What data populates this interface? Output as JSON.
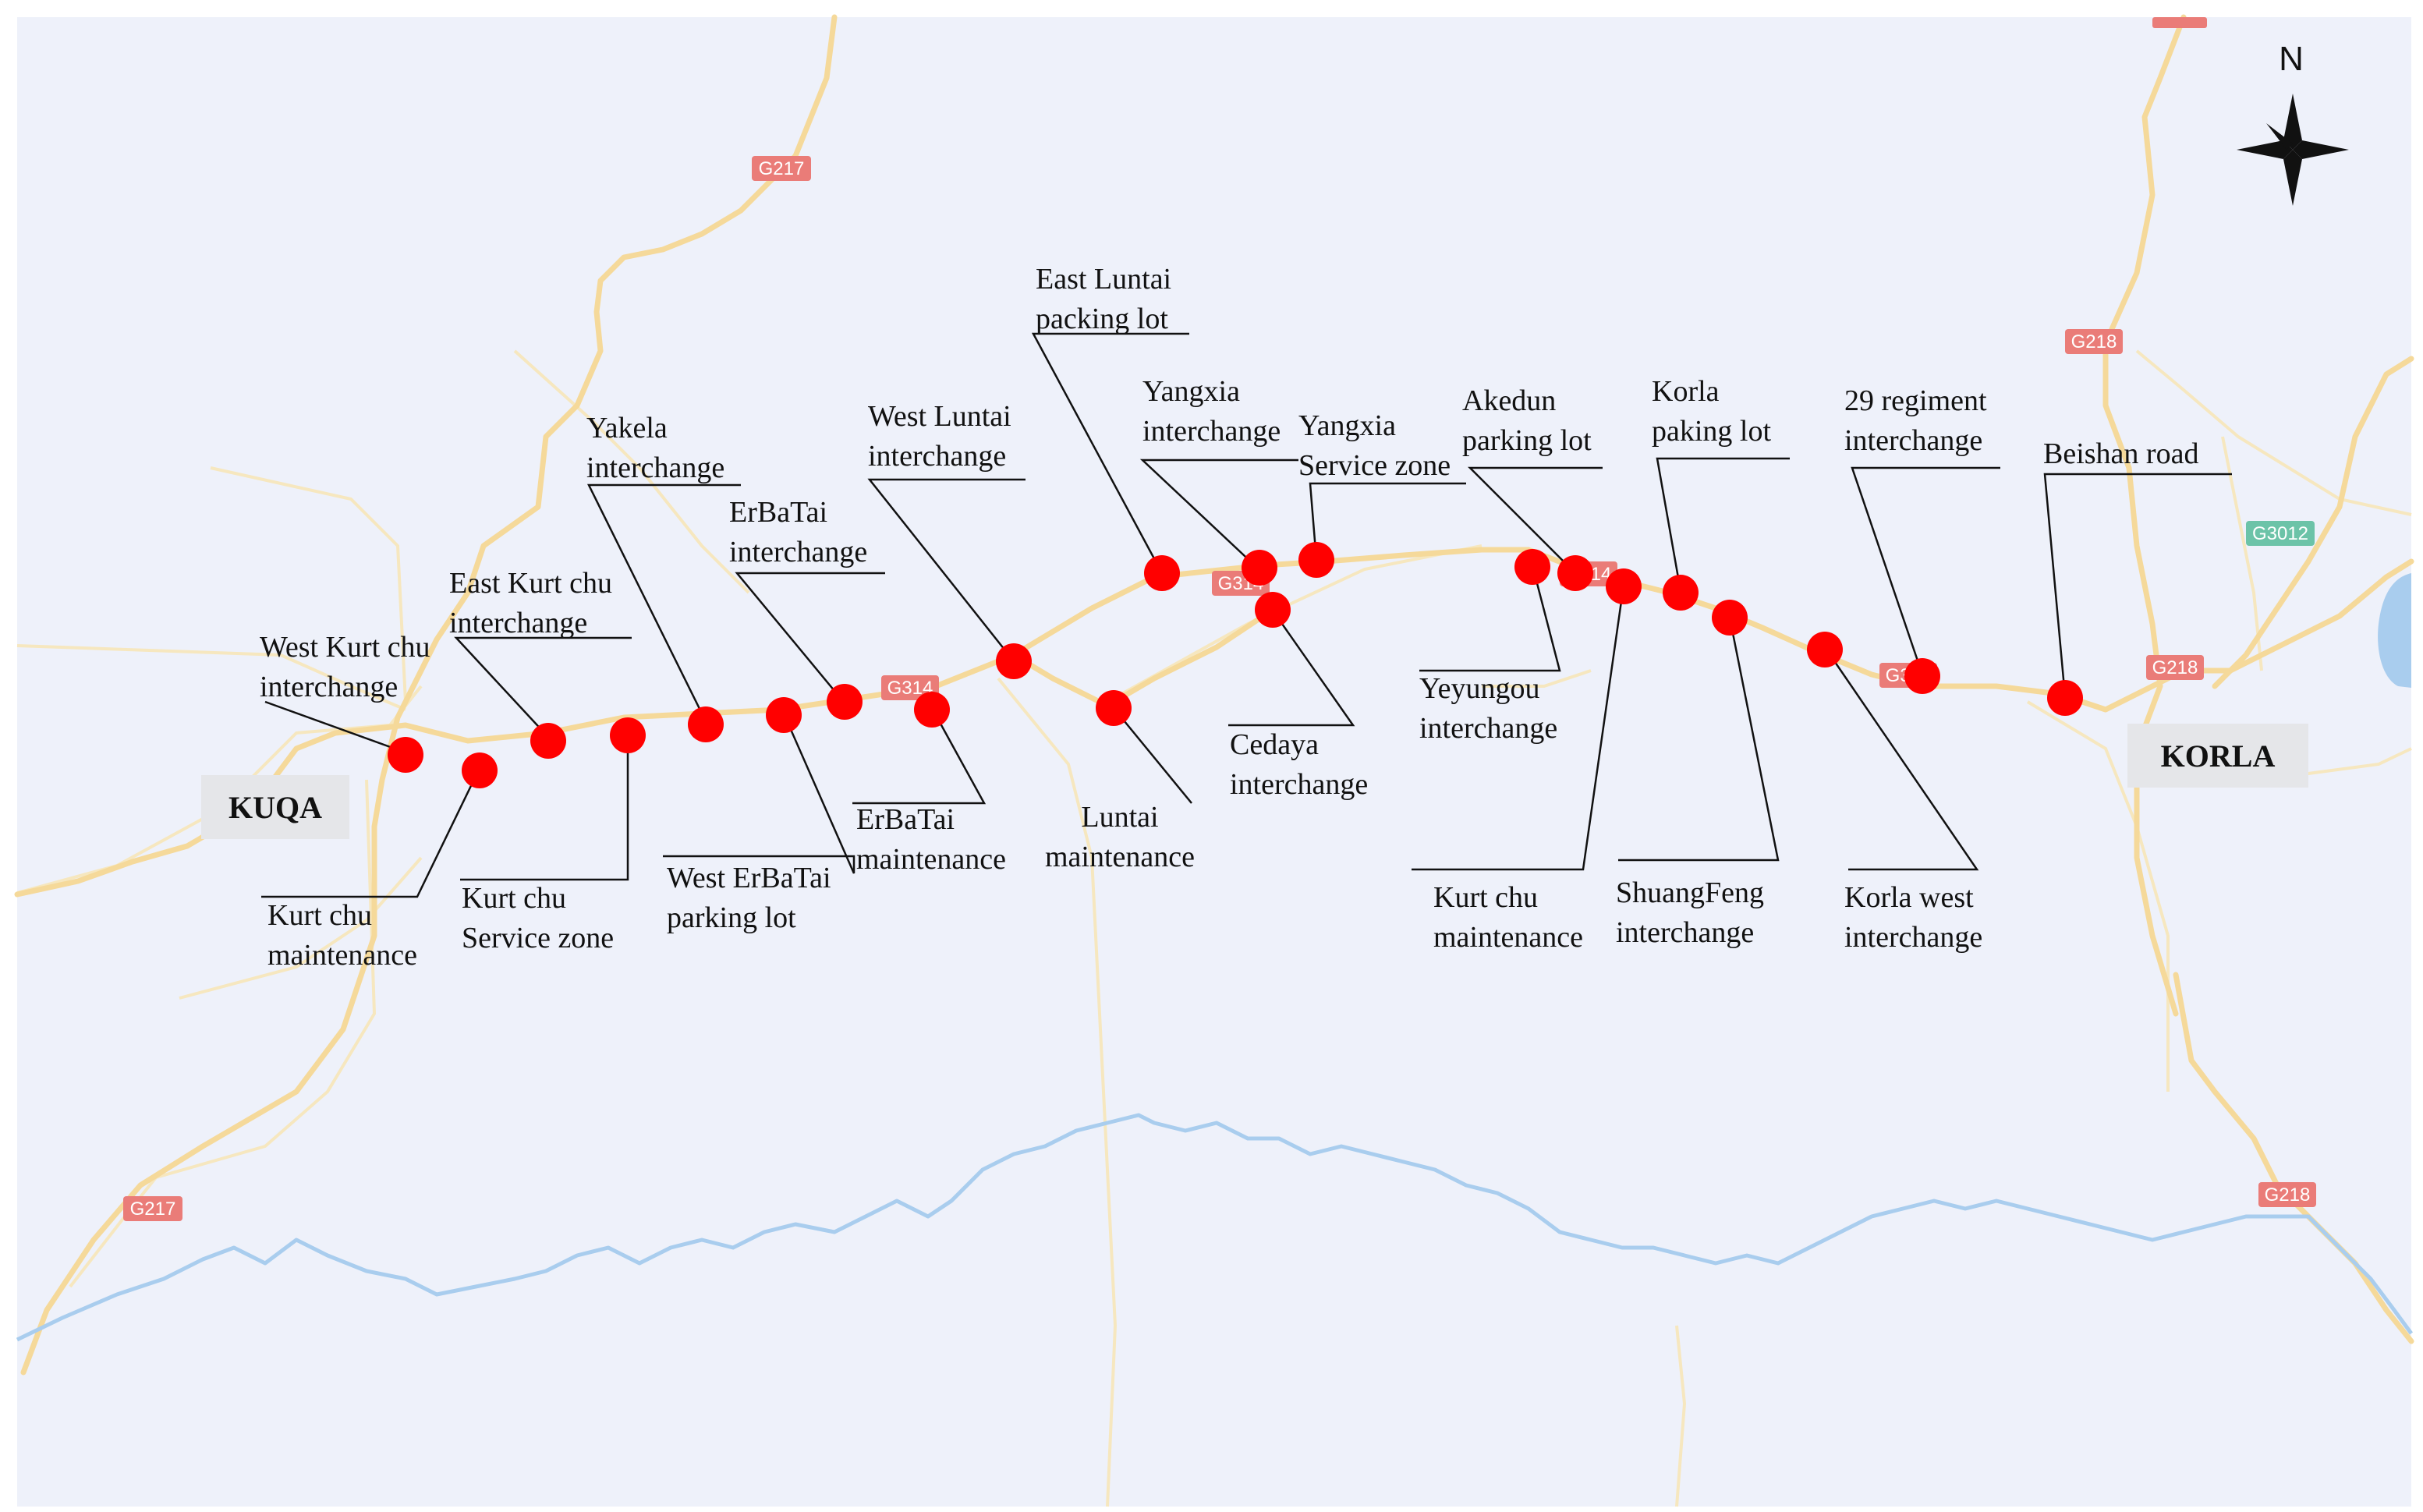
{
  "cities": {
    "west": "KUQA",
    "east": "KORLA"
  },
  "north": "N",
  "colors": {
    "background": "#eef1fa",
    "stop": "#ff0000",
    "road": "#f5d99a",
    "river": "#a9cdee",
    "shield_red": "#ea7c78",
    "shield_green": "#6cc3a8"
  },
  "shields": {
    "g217_top": "G217",
    "g217_bottom": "G217",
    "g314_a": "G314",
    "g314_b": "G314",
    "g314_c": "G314",
    "g314_d": "G314",
    "g218_a": "G218",
    "g218_b": "G218",
    "g218_c": "G218",
    "g3012": "G3012"
  },
  "stops": {
    "west_kurt_chu_interchange": [
      "West Kurt chu",
      "interchange"
    ],
    "kurt_chu_maintenance_w": [
      "Kurt chu",
      "maintenance"
    ],
    "east_kurt_chu_interchange": [
      "East Kurt chu",
      "interchange"
    ],
    "kurt_chu_service_zone": [
      "Kurt chu",
      "Service zone"
    ],
    "yakela_interchange": [
      "Yakela",
      "interchange"
    ],
    "west_erbatai_parking_lot": [
      "West ErBaTai",
      "parking lot"
    ],
    "erbatai_interchange": [
      "ErBaTai",
      "interchange"
    ],
    "erbatai_maintenance": [
      "ErBaTai",
      "maintenance"
    ],
    "west_luntai_interchange": [
      "West Luntai",
      "interchange"
    ],
    "luntai_maintenance": [
      "Luntai",
      "maintenance"
    ],
    "east_luntai_packing_lot": [
      "East Luntai",
      "packing lot"
    ],
    "yangxia_interchange": [
      "Yangxia",
      "interchange"
    ],
    "cedaya_interchange": [
      "Cedaya",
      "interchange"
    ],
    "yangxia_service_zone": [
      "Yangxia",
      "Service zone"
    ],
    "yeyungou_interchange": [
      "Yeyungou",
      "interchange"
    ],
    "akedun_parking_lot": [
      "Akedun",
      "parking lot"
    ],
    "kurt_chu_maintenance_e": [
      "Kurt chu",
      "maintenance"
    ],
    "korla_paking_lot": [
      "Korla",
      "paking lot"
    ],
    "shuangfeng_interchange": [
      "ShuangFeng",
      "interchange"
    ],
    "korla_west_interchange": [
      "Korla west",
      "interchange"
    ],
    "regiment29_interchange": [
      "29 regiment",
      "interchange"
    ],
    "beishan_road": [
      "Beishan road"
    ]
  }
}
